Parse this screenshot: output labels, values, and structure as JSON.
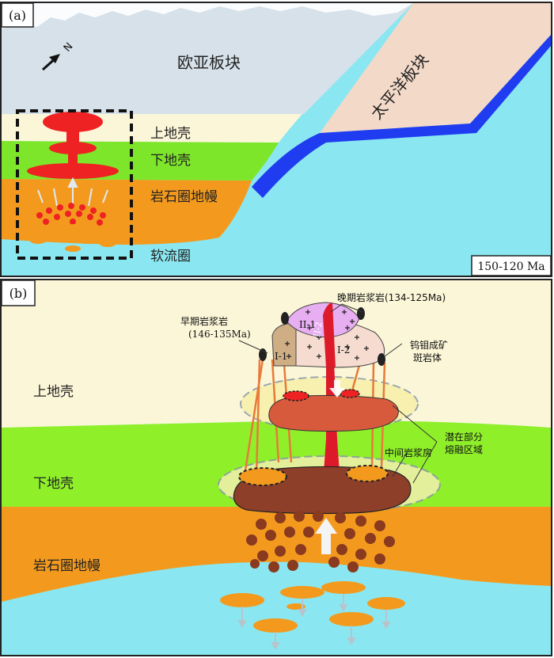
{
  "panel_a": {
    "label": "(a)",
    "north": "N",
    "eurasian_plate": "欧亚板块",
    "pacific_plate": "太平洋板块",
    "upper_crust": "上地壳",
    "lower_crust": "下地壳",
    "lithospheric_mantle": "岩石圈地幔",
    "asthenosphere": "软流圈",
    "age": "150-120 Ma"
  },
  "panel_b": {
    "label": "(b)",
    "late_magma": "晚期岩浆岩(134-125Ma)",
    "early_magma_line1": "早期岩浆岩",
    "early_magma_line2": "(146-135Ma)",
    "porphyry_line1": "钨钼成矿",
    "porphyry_line2": "斑岩体",
    "upper_crust": "上地壳",
    "lower_crust": "下地壳",
    "lithospheric_mantle": "岩石圈地幔",
    "magma_chamber": "中间岩浆房",
    "melt_zone_line1": "潜在部分",
    "melt_zone_line2": "熔融区域",
    "body_labels": [
      "I-1",
      "I-2",
      "II-1",
      "II-2"
    ]
  },
  "colors": {
    "sky": "#d6e1ea",
    "upper_crust": "#fcf6d8",
    "lower_crust": "#7ee62a",
    "mantle": "#f39a1e",
    "asthenosphere": "#8ae7f1",
    "magma_red": "#ee2222",
    "pacific_plate": "#f3d9c8",
    "slab": "#1f3cf0",
    "chamber": "#8e3f2a",
    "upper_chamber": "#d85a3d",
    "early_pluton": "#cfae86",
    "late_pluton": "#e7aef2",
    "porphyry": "#f6dcd0"
  }
}
